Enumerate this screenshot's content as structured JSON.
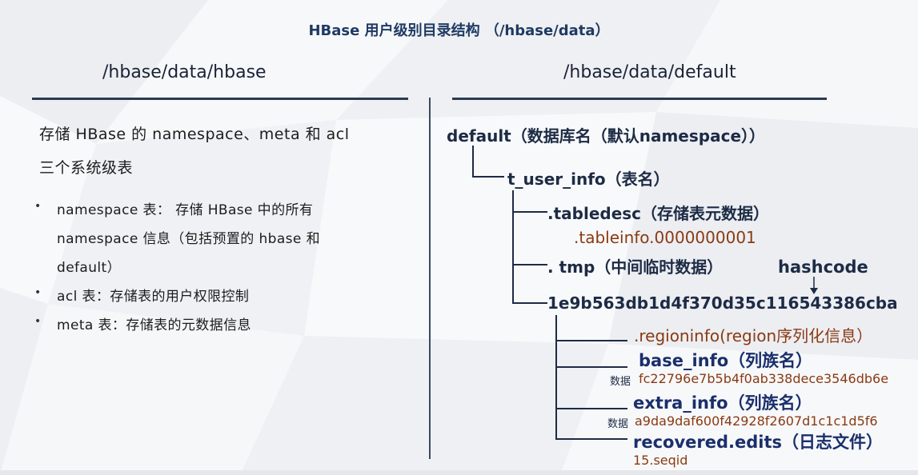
{
  "title": "HBase 用户级别目录结构 （/hbase/data）",
  "left": {
    "heading": "/hbase/data/hbase",
    "desc_line1": "存储 HBase 的 namespace、meta 和 acl",
    "desc_line2": "三个系统级表",
    "bullets": [
      {
        "line1": "namespace 表：  存储  HBase  中的所有",
        "line2": "namespace 信息（包括预置的  hbase  和",
        "line3": "default）"
      },
      {
        "line1": "acl 表：存储表的用户权限控制"
      },
      {
        "line1": "meta 表：存储表的元数据信息"
      }
    ]
  },
  "right": {
    "heading": "/hbase/data/default",
    "root": "default（数据库名（默认namespace））",
    "table": "t_user_info（表名）",
    "tabledesc": ".tabledesc（存储表元数据）",
    "tableinfo": ".tableinfo.0000000001",
    "tmp": ". tmp（中间临时数据）",
    "hashcode_label": "hashcode",
    "region": "1e9b563db1d4f370d35c116543386cba",
    "regioninfo": ".regioninfo(region序列化信息）",
    "base_info": "base_info（列族名）",
    "data_label": "数据",
    "base_data": "fc22796e7b5b4f0ab338dece3546db6e",
    "extra_info": "extra_info（列族名）",
    "extra_data": "a9da9daf600f42928f2607d1c1c1d5f6",
    "recovered": "recovered.edits（日志文件）",
    "seqid": "15.seqid"
  }
}
